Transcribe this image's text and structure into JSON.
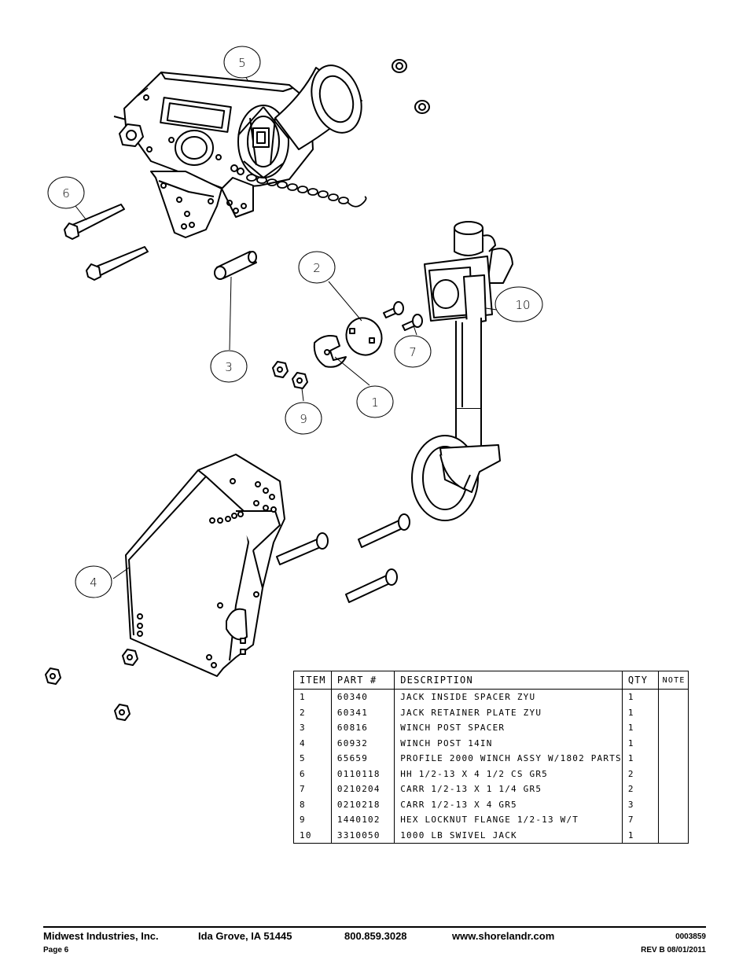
{
  "callouts": {
    "c1": "1",
    "c2": "2",
    "c3": "3",
    "c4": "4",
    "c5": "5",
    "c6": "6",
    "c7": "7",
    "c9": "9",
    "c10": "10"
  },
  "parts_table": {
    "headers": [
      "ITEM",
      "PART #",
      "DESCRIPTION",
      "QTY",
      "NOTE"
    ],
    "rows": [
      [
        "1",
        "60340",
        "JACK INSIDE SPACER ZYU",
        "1",
        ""
      ],
      [
        "2",
        "60341",
        "JACK RETAINER PLATE ZYU",
        "1",
        ""
      ],
      [
        "3",
        "60816",
        "WINCH POST SPACER",
        "1",
        ""
      ],
      [
        "4",
        "60932",
        "WINCH POST   14IN",
        "1",
        ""
      ],
      [
        "5",
        "65659",
        "PROFILE 2000 WINCH ASSY W/1802 PARTS",
        "1",
        ""
      ],
      [
        "6",
        "0110118",
        "HH 1/2-13 X 4 1/2 CS GR5",
        "2",
        ""
      ],
      [
        "7",
        "0210204",
        "CARR 1/2-13 X 1 1/4 GR5",
        "2",
        ""
      ],
      [
        "8",
        "0210218",
        "CARR 1/2-13 X 4 GR5",
        "3",
        ""
      ],
      [
        "9",
        "1440102",
        "HEX LOCKNUT FLANGE 1/2-13 W/T",
        "7",
        ""
      ],
      [
        "10",
        "3310050",
        "1000 LB SWIVEL JACK",
        "1",
        ""
      ]
    ]
  },
  "footer": {
    "company": "Midwest Industries, Inc.",
    "address": "Ida Grove, IA  51445",
    "phone": "800.859.3028",
    "website": "www.shorelandr.com",
    "doc_number": "0003859",
    "page": "Page 6",
    "revision": "REV B  08/01/2011"
  }
}
